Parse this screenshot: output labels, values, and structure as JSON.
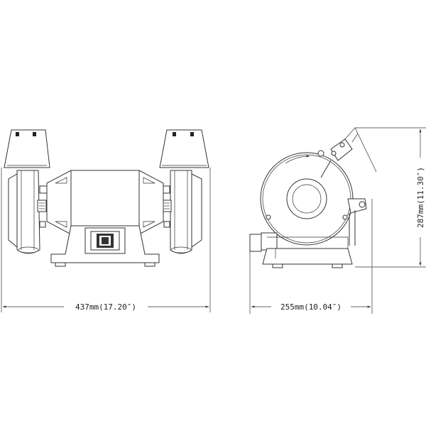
{
  "dimensions": {
    "width_front": "437mm(17.20″)",
    "depth_side": "255mm(10.04″)",
    "height_side": "287mm(11.30″)"
  },
  "colors": {
    "line": "#333333",
    "background": "#ffffff"
  }
}
